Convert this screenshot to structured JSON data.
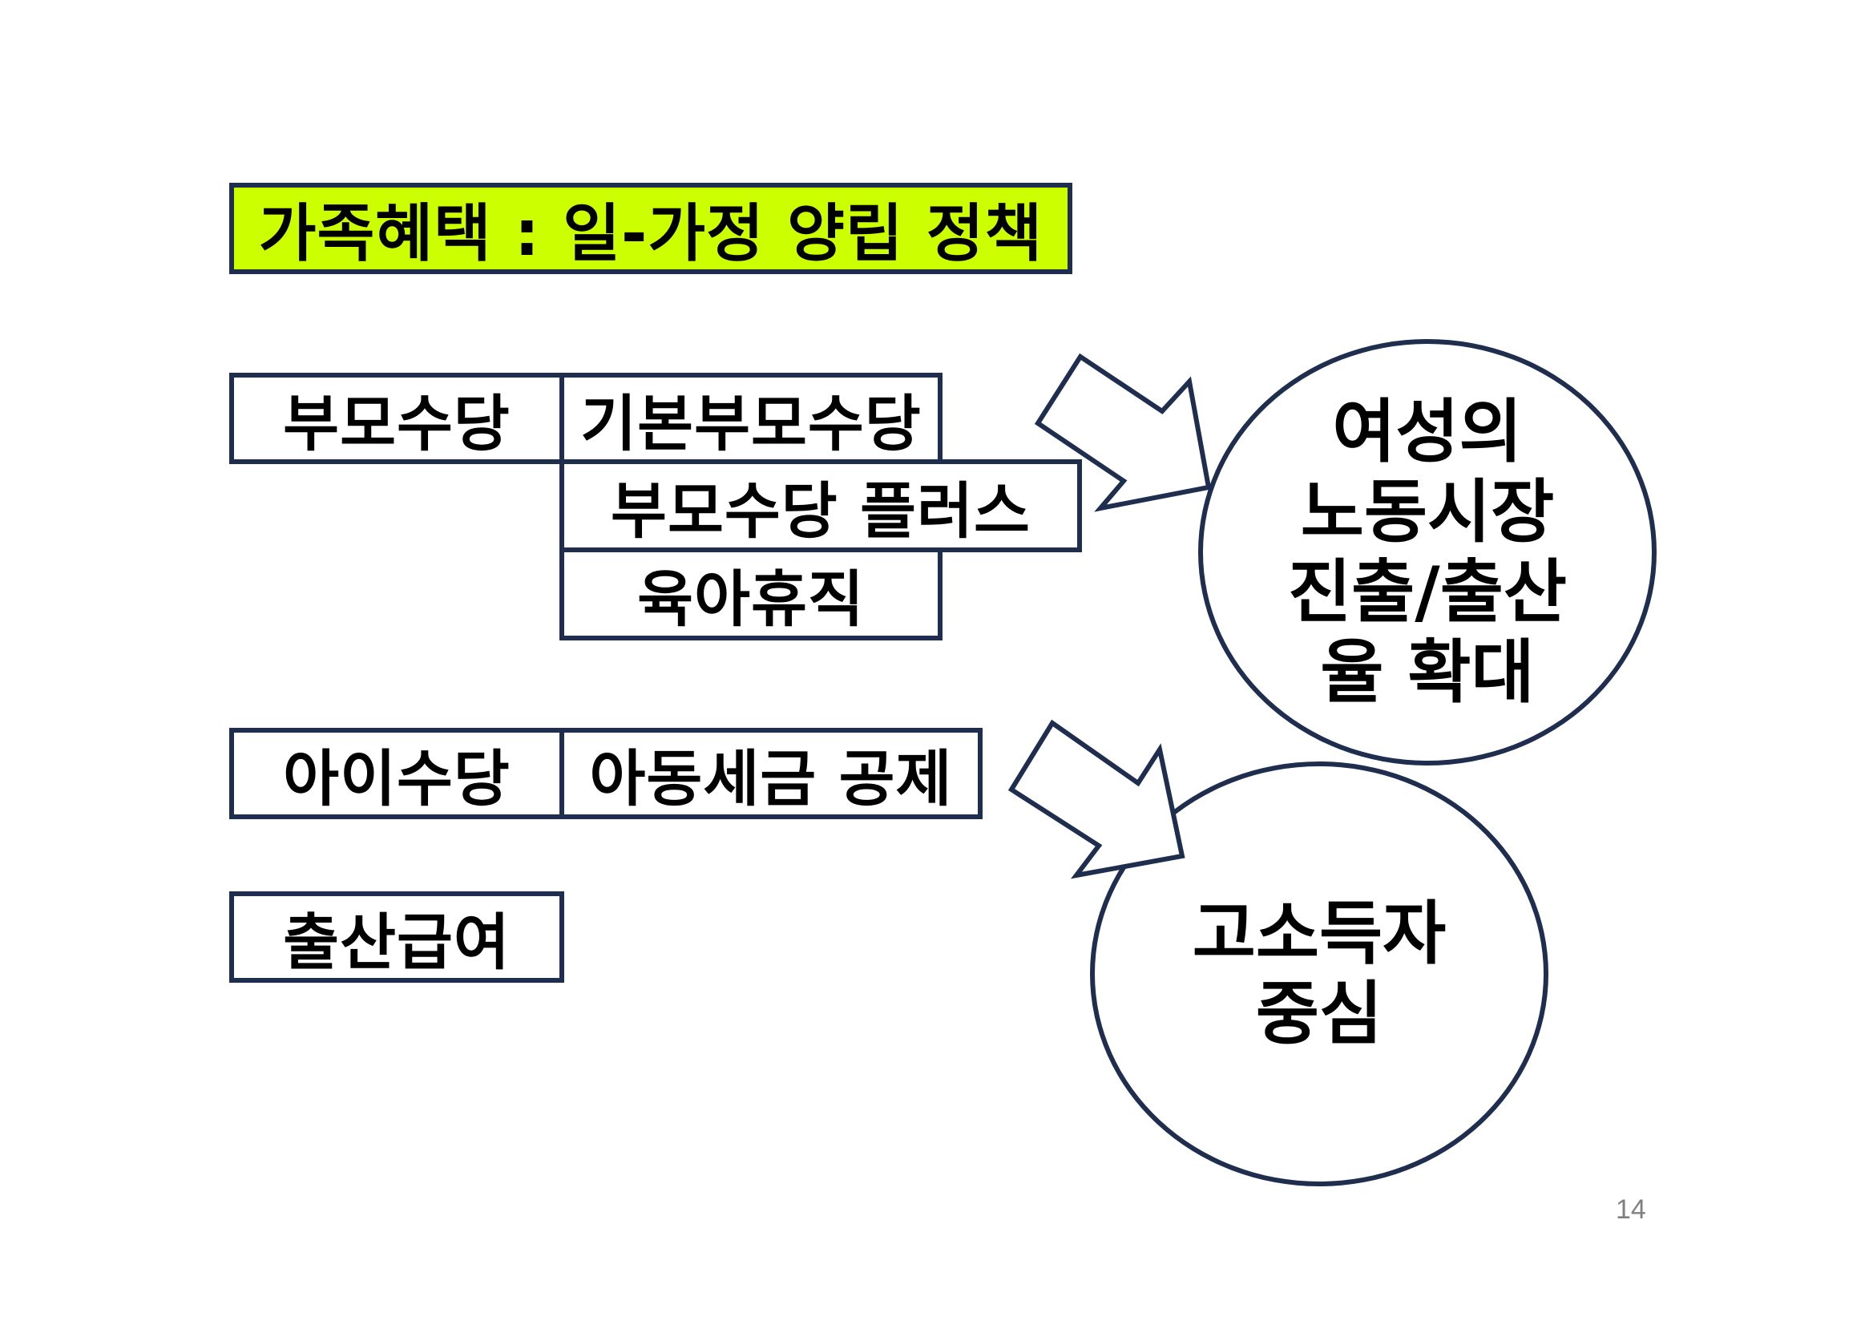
{
  "title": "가족혜택 : 일-가정 양립 정책",
  "rows": {
    "parent_allowance": {
      "label": "부모수당",
      "items": [
        "기본부모수당",
        "부모수당 플러스",
        "육아휴직"
      ]
    },
    "child_allowance": {
      "label": "아이수당",
      "items": [
        "아동세금 공제"
      ]
    },
    "birth_benefit": {
      "label": "출산급여"
    }
  },
  "outcomes": {
    "women": [
      "여성의",
      "노동시장",
      "진출/출산",
      "율 확대"
    ],
    "high_income": [
      "고소득자",
      "중심"
    ]
  },
  "page_number": "14",
  "colors": {
    "title_bg": "#ccff00",
    "border": "#1f2d4e"
  }
}
